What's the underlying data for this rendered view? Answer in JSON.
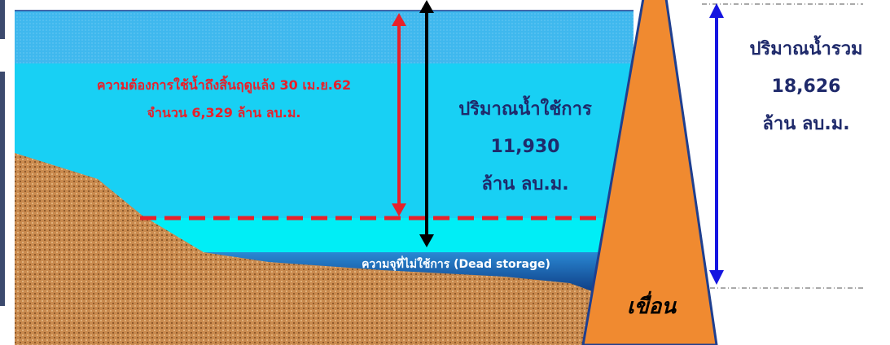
{
  "usable_label": {
    "line1": "ปริมาณน้ำใช้การ",
    "value": "11,930",
    "unit": "ล้าน ลบ.ม."
  },
  "total_label": {
    "line1": "ปริมาณน้ำรวม",
    "value": "18,626",
    "unit": "ล้าน ลบ.ม."
  },
  "demand_label": {
    "line1": "ความต้องการใช้น้ำถึงสิ้นฤดูแล้ง 30 เม.ย.62",
    "line2": "จำนวน 6,329 ล้าน ลบ.ม."
  },
  "dead_storage_label": "ความจุที่ไม่ใช้การ (Dead storage)",
  "dam_label": "เขื่อน",
  "colors": {
    "upper_water": "#3fb8ee",
    "main_water": "#18d0f4",
    "low_water": "#00eef6",
    "dead_storage": "#1a5fae",
    "ground": "#c98a4e",
    "dam": "#f08a30",
    "dam_outline": "#1f3f8f",
    "demand_arrow": "#e8202a",
    "usable_arrow": "#000000",
    "total_arrow": "#1515e0",
    "text_dark": "#1f2a6b",
    "text_red": "#e8202a"
  }
}
